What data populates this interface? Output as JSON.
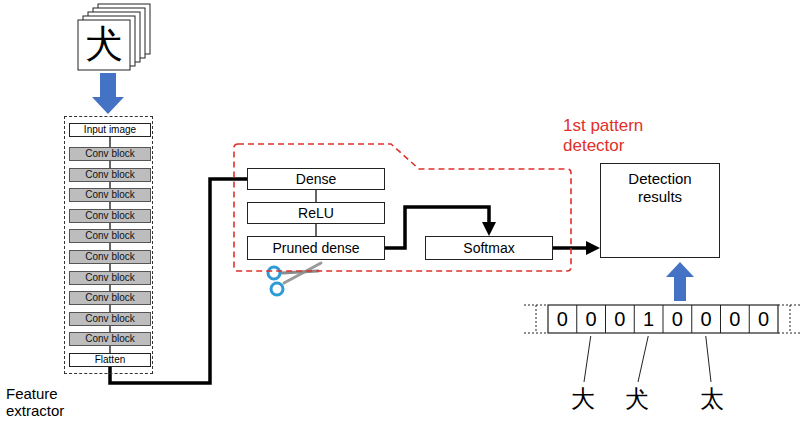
{
  "diagram": {
    "nodes": [
      {
        "text": [
          "Feature extractor"
        ]
      },
      {
        "text": [
          "Input image"
        ],
        "in": 0
      },
      {
        "text": [
          "Conv block"
        ],
        "in": 0
      },
      {
        "text": [
          "Conv block"
        ],
        "in": 0
      },
      {
        "text": [
          "Conv block"
        ],
        "in": 0
      },
      {
        "text": [
          "Conv block"
        ],
        "in": 0
      },
      {
        "text": [
          "Conv block"
        ],
        "in": 0
      },
      {
        "text": [
          "Conv block"
        ],
        "in": 0
      },
      {
        "text": [
          "Conv block"
        ],
        "in": 0
      },
      {
        "text": [
          "Conv block"
        ],
        "in": 0
      },
      {
        "text": [
          "Conv block"
        ],
        "in": 0
      },
      {
        "text": [
          "Conv block"
        ],
        "in": 0
      },
      {
        "text": [
          "Flatten"
        ],
        "in": 0
      },
      {
        "text": [
          "1st pattern detector"
        ]
      },
      {
        "text": [
          "Dense"
        ],
        "in": 13
      },
      {
        "text": [
          "ReLU"
        ],
        "in": 13
      },
      {
        "text": [
          "Pruned dense"
        ],
        "in": 13
      },
      {
        "text": [
          "Softmax"
        ],
        "in": 13
      },
      {
        "text": [
          "Detection results"
        ]
      }
    ],
    "edges": [
      {
        "from": 1,
        "to": 2,
        "arrow": "none"
      },
      {
        "from": 2,
        "to": 3,
        "arrow": "none"
      },
      {
        "from": 3,
        "to": 4,
        "arrow": "none"
      },
      {
        "from": 4,
        "to": 5,
        "arrow": "none"
      },
      {
        "from": 5,
        "to": 6,
        "arrow": "none"
      },
      {
        "from": 6,
        "to": 7,
        "arrow": "none"
      },
      {
        "from": 7,
        "to": 8,
        "arrow": "none"
      },
      {
        "from": 8,
        "to": 9,
        "arrow": "none"
      },
      {
        "from": 9,
        "to": 10,
        "arrow": "none"
      },
      {
        "from": 10,
        "to": 11,
        "arrow": "none"
      },
      {
        "from": 11,
        "to": 12,
        "arrow": "none"
      },
      {
        "from": 12,
        "to": 14,
        "arrow": "none"
      },
      {
        "from": 14,
        "to": 15,
        "arrow": "none"
      },
      {
        "from": 15,
        "to": 16,
        "arrow": "none"
      },
      {
        "from": 16,
        "to": 17,
        "arrow": "to"
      },
      {
        "from": 17,
        "to": 18,
        "arrow": "to"
      }
    ],
    "labels": [
      "犬",
      "0",
      "0",
      "0",
      "1",
      "0",
      "0",
      "0",
      "0",
      "大",
      "犬",
      "太"
    ]
  }
}
